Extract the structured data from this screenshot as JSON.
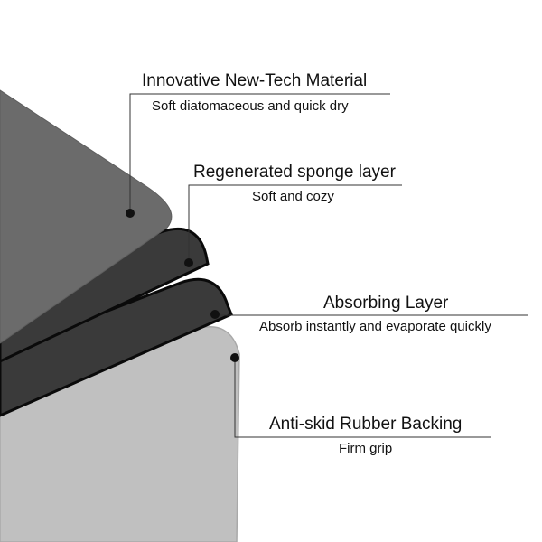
{
  "callouts": [
    {
      "title": "Innovative New-Tech Material",
      "subtitle": "Soft diatomaceous and quick dry"
    },
    {
      "title": "Regenerated sponge layer",
      "subtitle": "Soft and cozy"
    },
    {
      "title": "Absorbing Layer",
      "subtitle": "Absorb instantly and evaporate quickly"
    },
    {
      "title": "Anti-skid Rubber Backing",
      "subtitle": "Firm grip"
    }
  ],
  "colors": {
    "top_layer": "#6b6b6b",
    "sponge_layer": "#3a3a3a",
    "absorbing_layer": "#3a3a3a",
    "rubber_backing": "#c0c0c0",
    "callout_line": "#333333",
    "marker_dot": "#111111"
  }
}
